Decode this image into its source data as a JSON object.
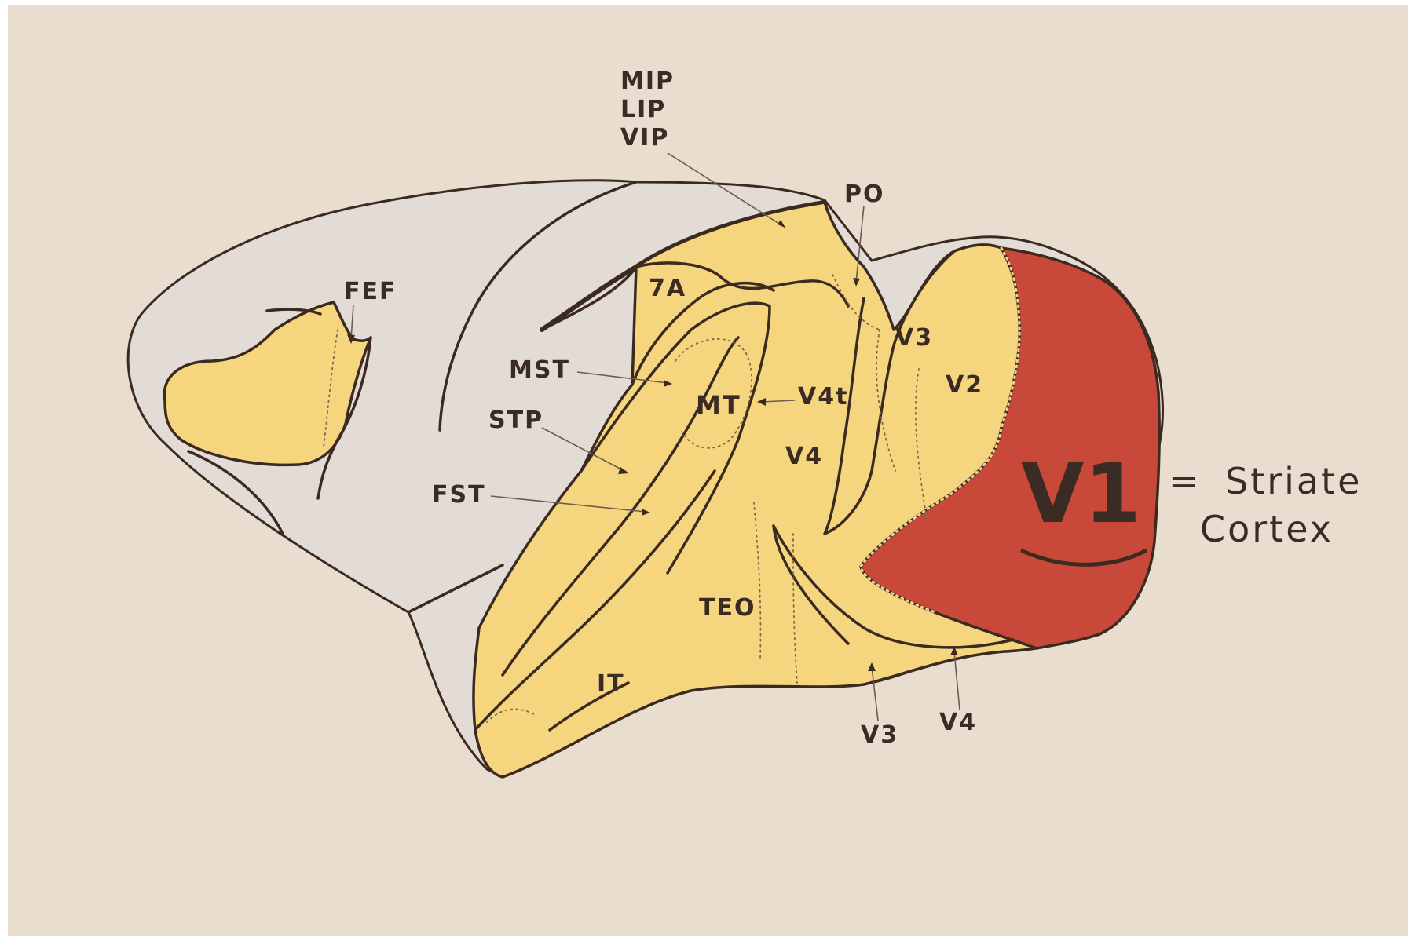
{
  "labels": {
    "mip": "MIP",
    "lip": "LIP",
    "vip": "VIP",
    "po": "PO",
    "fef": "FEF",
    "a7": "7A",
    "mst": "MST",
    "stp": "STP",
    "fst": "FST",
    "mt": "MT",
    "v4t": "V4t",
    "v4_upper": "V4",
    "v3_upper": "V3",
    "v2": "V2",
    "teo": "TEO",
    "it": "IT",
    "v3_lower": "V3",
    "v4_lower": "V4",
    "v1": "V1",
    "legend_eq": "=",
    "legend_line1": "Striate",
    "legend_line2": "Cortex"
  },
  "colors": {
    "background": "#e9ddd0",
    "brain_outline": "#3b2a20",
    "gray_cortex": "#e3dbd5",
    "extrastriate_visual": "#f6d57f",
    "striate_v1": "#c8483a",
    "label_text": "#3a2c24"
  }
}
